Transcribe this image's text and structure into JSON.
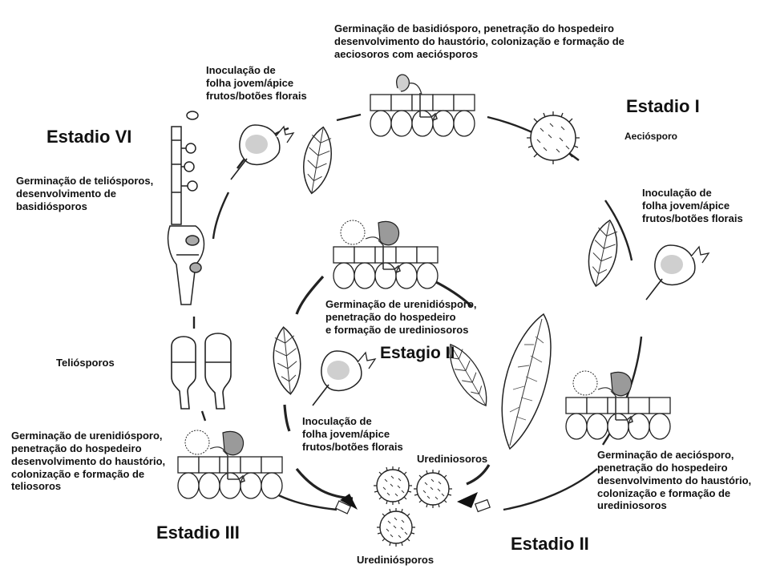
{
  "stages": {
    "estadio_i": "Estadio I",
    "estadio_ii": "Estadio II",
    "estadio_iii": "Estadio III",
    "estadio_vi": "Estadio VI",
    "estagio_ii": "Estagio II"
  },
  "labels": {
    "top_germination": "Germinação de basidiósporo, penetração do hospedeiro\ndesenvolvimento do haustório, colonização e formação de\naeciosoros com aeciósporos",
    "inoc_top": "Inoculação de\nfolha jovem/ápice\nfrutos/botões florais",
    "aeciosporo": "Aeciósporo",
    "inoc_right": "Inoculação de\nfolha jovem/ápice\nfrutos/botões florais",
    "germ_teliosporos": "Germinação de teliósporos,\ndesenvolvimento de\nbasidiósporos",
    "center_germination": "Germinação de urenidiósporo,\npenetração do hospedeiro\ne formação de urediniosoros",
    "teliosporos": "Teliósporos",
    "inoc_center": "Inoculação de\nfolha jovem/ápice\nfrutos/botões florais",
    "urediniosoros": "Urediniosoros",
    "bottom_left_germination": "Germinação de urenidiósporo,\npenetração do hospedeiro\ndesenvolvimento do haustório,\ncolonização e formação de\nteliosoros",
    "bottom_right_germination": "Germinação de aeciósporo,\npenetração do hospedeiro\ndesenvolvimento do haustório,\ncolonização e formação de\nurediniosoros",
    "urediniosporos": "Urediniósporos"
  }
}
